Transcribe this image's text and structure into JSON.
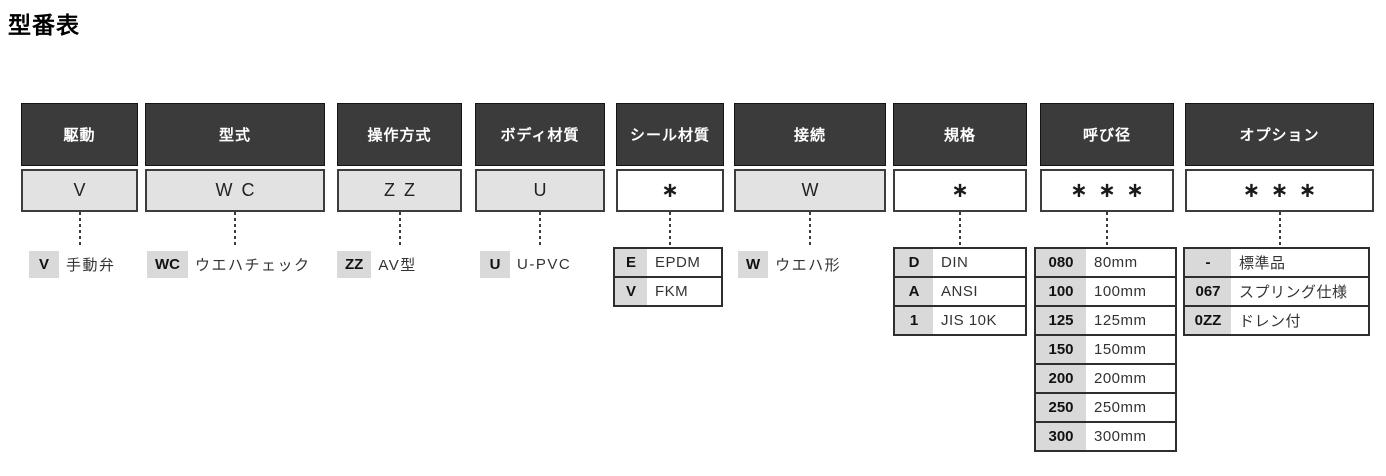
{
  "title": "型番表",
  "colors": {
    "header_bg": "#3b3b3b",
    "header_text": "#ffffff",
    "filled_cell_bg": "#e2e2e2",
    "wildcard_cell_bg": "#ffffff",
    "code_chip_bg": "#d9d9d9",
    "border": "#2e2e2e"
  },
  "columns": [
    {
      "header": "駆動",
      "value": "V",
      "value_style": "filled",
      "legend_type": "inline",
      "legend": [
        {
          "code": "V",
          "label": "手動弁"
        }
      ]
    },
    {
      "header": "型式",
      "value": "WC",
      "value_style": "filled",
      "legend_type": "inline",
      "legend": [
        {
          "code": "WC",
          "label": "ウエハチェック"
        }
      ]
    },
    {
      "header": "操作方式",
      "value": "ZZ",
      "value_style": "filled",
      "legend_type": "inline",
      "legend": [
        {
          "code": "ZZ",
          "label": "AV型"
        }
      ]
    },
    {
      "header": "ボディ材質",
      "value": "U",
      "value_style": "filled",
      "legend_type": "inline",
      "legend": [
        {
          "code": "U",
          "label": "U-PVC"
        }
      ]
    },
    {
      "header": "シール材質",
      "value": "*",
      "value_style": "wildcard",
      "legend_type": "table",
      "legend": [
        {
          "code": "E",
          "label": "EPDM"
        },
        {
          "code": "V",
          "label": "FKM"
        }
      ]
    },
    {
      "header": "接続",
      "value": "W",
      "value_style": "filled",
      "legend_type": "inline",
      "legend": [
        {
          "code": "W",
          "label": "ウエハ形"
        }
      ]
    },
    {
      "header": "規格",
      "value": "*",
      "value_style": "wildcard",
      "legend_type": "table",
      "legend": [
        {
          "code": "D",
          "label": "DIN"
        },
        {
          "code": "A",
          "label": "ANSI"
        },
        {
          "code": "1",
          "label": "JIS 10K"
        }
      ]
    },
    {
      "header": "呼び径",
      "value": "***",
      "value_style": "wildcard",
      "legend_type": "table",
      "legend": [
        {
          "code": "080",
          "label": "80mm"
        },
        {
          "code": "100",
          "label": "100mm"
        },
        {
          "code": "125",
          "label": "125mm"
        },
        {
          "code": "150",
          "label": "150mm"
        },
        {
          "code": "200",
          "label": "200mm"
        },
        {
          "code": "250",
          "label": "250mm"
        },
        {
          "code": "300",
          "label": "300mm"
        }
      ]
    },
    {
      "header": "オプション",
      "value": "***",
      "value_style": "wildcard",
      "legend_type": "table",
      "legend": [
        {
          "code": "-",
          "label": "標準品"
        },
        {
          "code": "067",
          "label": "スプリング仕様"
        },
        {
          "code": "0ZZ",
          "label": "ドレン付"
        }
      ]
    }
  ]
}
